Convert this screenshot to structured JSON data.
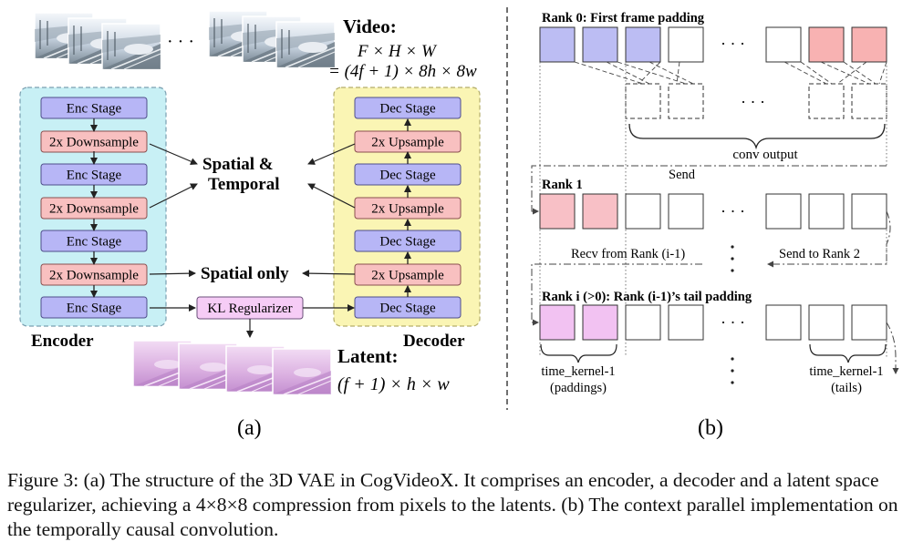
{
  "panel_a": {
    "video_title": "Video:",
    "video_dims_1": "F × H × W",
    "video_dims_2": "= (4f + 1) × 8h × 8w",
    "ellipsis": "· · ·",
    "encoder_label": "Encoder",
    "decoder_label": "Decoder",
    "encoder_blocks": [
      "Enc Stage",
      "2x Downsample",
      "Enc Stage",
      "2x Downsample",
      "Enc Stage",
      "2x Downsample",
      "Enc Stage"
    ],
    "decoder_blocks": [
      "Dec Stage",
      "2x Upsample",
      "Dec Stage",
      "2x Upsample",
      "Dec Stage",
      "2x Upsample",
      "Dec Stage"
    ],
    "spatial_temporal_1": "Spatial  &",
    "spatial_temporal_2": "Temporal",
    "spatial_only": "Spatial only",
    "kl_regularizer": "KL Regularizer",
    "latent_title": "Latent:",
    "latent_dims": "(f + 1) × h × w",
    "panel_label": "(a)"
  },
  "panel_b": {
    "rank0_title": "Rank 0: First frame padding",
    "conv_output": "conv output",
    "send": "Send",
    "rank1_title": "Rank 1",
    "recv_from": "Recv from Rank (i-1)",
    "send_to": "Send to Rank 2",
    "ranki_title": "Rank i (>0): Rank (i-1)’s tail padding",
    "time_kernel_left_1": "time_kernel-1",
    "time_kernel_left_2": "(paddings)",
    "time_kernel_right_1": "time_kernel-1",
    "time_kernel_right_2": "(tails)",
    "ellipsis": "· · ·",
    "panel_label": "(b)"
  },
  "caption": {
    "text": "Figure 3: (a) The structure of the 3D VAE in CogVideoX. It comprises an encoder, a decoder and a latent space regularizer, achieving a 4×8×8 compression from pixels to the latents. (b) The context parallel implementation on the temporally causal convolution."
  },
  "colors": {
    "encoder_bg": "#c8f0f5",
    "decoder_bg": "#faf5b4",
    "stage_fill": "#b7b6f6",
    "sample_fill": "#f8c0c0",
    "kl_fill": "#f6ccf6",
    "rank0_blue": "#bcbdf3",
    "rank0_red": "#f8b2b2",
    "rank1_pink": "#f8c0c6",
    "ranki_violet": "#f2c2f2",
    "latent_tint": "#e0b8e6"
  }
}
